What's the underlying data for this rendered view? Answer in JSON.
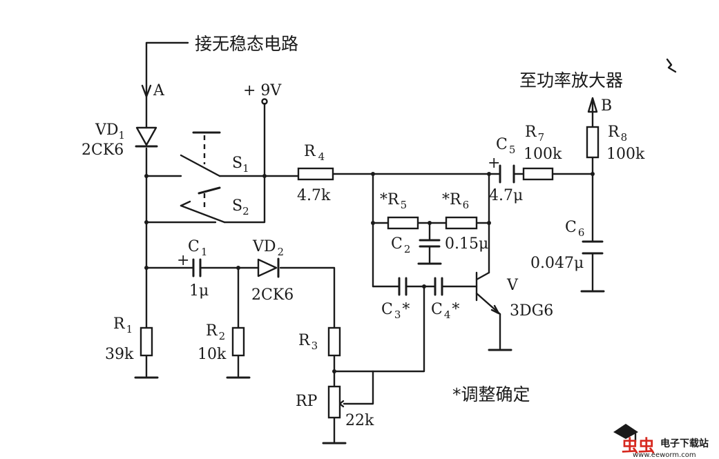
{
  "labels": {
    "to_astable": "接无稳态电路",
    "to_amplifier": "至功率放大器",
    "node_a": "A",
    "node_b": "B",
    "supply": "+ 9V",
    "note": "*调整确定"
  },
  "components": {
    "vd1": {
      "name": "VD",
      "sub": "1",
      "value": "2CK6"
    },
    "vd2": {
      "name": "VD",
      "sub": "2",
      "value": "2CK6"
    },
    "s1": {
      "name": "S",
      "sub": "1"
    },
    "s2": {
      "name": "S",
      "sub": "2"
    },
    "r1": {
      "name": "R",
      "sub": "1",
      "value": "39k"
    },
    "r2": {
      "name": "R",
      "sub": "2",
      "value": "10k"
    },
    "r3": {
      "name": "R",
      "sub": "3"
    },
    "r4": {
      "name": "R",
      "sub": "4",
      "value": "4.7k"
    },
    "r5": {
      "name": "*R",
      "sub": "5"
    },
    "r6": {
      "name": "*R",
      "sub": "6"
    },
    "r7": {
      "name": "R",
      "sub": "7",
      "value": "100k"
    },
    "r8": {
      "name": "R",
      "sub": "8",
      "value": "100k"
    },
    "c1": {
      "name": "C",
      "sub": "1",
      "value": "1μ",
      "polarity": "+"
    },
    "c2": {
      "name": "C",
      "sub": "2",
      "value": "0.15μ"
    },
    "c3": {
      "name": "C",
      "sub": "3",
      "mark": "*"
    },
    "c4": {
      "name": "C",
      "sub": "4",
      "mark": "*"
    },
    "c5": {
      "name": "C",
      "sub": "5",
      "value": "4.7μ",
      "polarity": "+"
    },
    "c6": {
      "name": "C",
      "sub": "6",
      "value": "0.047μ"
    },
    "rp": {
      "name": "RP",
      "value": "22k"
    },
    "v": {
      "name": "V",
      "value": "3DG6"
    }
  },
  "watermark": {
    "brand": "虫虫",
    "title": "电子下载站",
    "url": "www.eeworm.com"
  },
  "colors": {
    "ink": "#1a1a1a",
    "watermark_red": "#d6281f"
  }
}
